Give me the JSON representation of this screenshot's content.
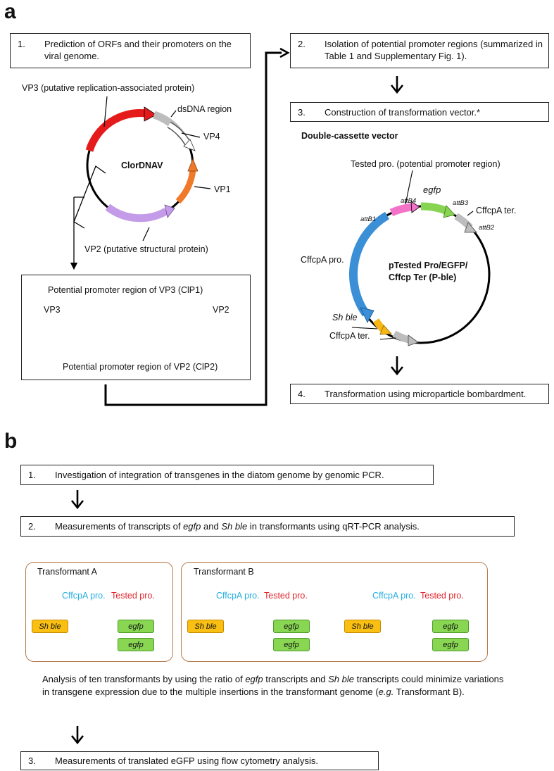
{
  "panel_a": {
    "letter": "a",
    "step1": {
      "num": "1.",
      "text": "Prediction of ORFs and their promoters on the viral genome."
    },
    "step2": {
      "num": "2.",
      "text": "Isolation of potential promoter regions (summarized in Table 1 and Supplementary Fig. 1)."
    },
    "step3": {
      "num": "3.",
      "text": "Construction of transformation vector.*"
    },
    "step4": {
      "num": "4.",
      "text": "Transformation using microparticle bombardment."
    },
    "genome": {
      "name": "ClorDNAV",
      "vp3": "VP3 (putative replication-associated protein)",
      "dsdna": "dsDNA region",
      "vp4": "VP4",
      "vp1": "VP1",
      "vp2": "VP2 (putative structural protein)"
    },
    "promoter_detail": {
      "clp1": "Potential promoter region of VP3 (ClP1)",
      "clp2": "Potential promoter region of VP2 (ClP2)",
      "vp3": "VP3",
      "vp2": "VP2"
    },
    "vector": {
      "title": "Double-cassette vector",
      "tested_pro": "Tested pro. (potential promoter region)",
      "egfp": "egfp",
      "attb1": "attB1",
      "attb4": "attB4",
      "attb3": "attB3",
      "attb2": "attB2",
      "ter_top": "CffcpA ter.",
      "pro_left": "CffcpA pro.",
      "sh_ble": "Sh ble",
      "ter_bottom": "CffcpA ter.",
      "name_line1": "pTested Pro/EGFP/",
      "name_line2": "Cffcp Ter (P-ble)"
    }
  },
  "panel_b": {
    "letter": "b",
    "step1": {
      "num": "1.",
      "text": "Investigation of  integration of transgenes in the diatom genome by genomic PCR."
    },
    "step2": {
      "num": "2.",
      "pre": "Measurements of transcripts of ",
      "egfp": "egfp",
      "mid": " and ",
      "shble": "Sh ble",
      "post": " in transformants using qRT-PCR analysis."
    },
    "step3": {
      "num": "3.",
      "text": "Measurements of translated eGFP using flow cytometry analysis."
    },
    "transformant_a": {
      "title": "Transformant A",
      "cffcpa_pro": "CffcpA pro.",
      "tested_pro": "Tested pro.",
      "sh_ble": "Sh ble",
      "egfp_1": "egfp",
      "egfp_2": "egfp"
    },
    "transformant_b": {
      "title": "Transformant B",
      "cffcpa_pro_1": "CffcpA pro.",
      "tested_pro_1": "Tested pro.",
      "cffcpa_pro_2": "CffcpA pro.",
      "tested_pro_2": "Tested pro.",
      "sh_ble_1": "Sh ble",
      "sh_ble_2": "Sh ble",
      "egfp_1": "egfp",
      "egfp_2": "egfp",
      "egfp_3": "egfp",
      "egfp_4": "egfp"
    },
    "analysis": {
      "t1": "Analysis of ten transformants by using the ratio of ",
      "egfp": "egfp",
      "t2": " transcripts and ",
      "shble": "Sh ble",
      "t3": " transcripts could minimize variations in transgene expression due to the multiple insertions in the transformant genome (",
      "eg": "e.g.",
      "t4": " Transformant B)."
    }
  },
  "colors": {
    "vp3": "#e51b1b",
    "vp4": "#bdbdbd",
    "vp1": "#ee7a2a",
    "vp2": "#c49be8",
    "promoter_pink": "#f472c8",
    "egfp_green": "#86d451",
    "cffcpa_blue": "#3a8fd6",
    "shble_yellow": "#f6b715",
    "frame_brown": "#b87a4b",
    "cyan_text": "#27aee2",
    "red_text": "#e3262c"
  }
}
